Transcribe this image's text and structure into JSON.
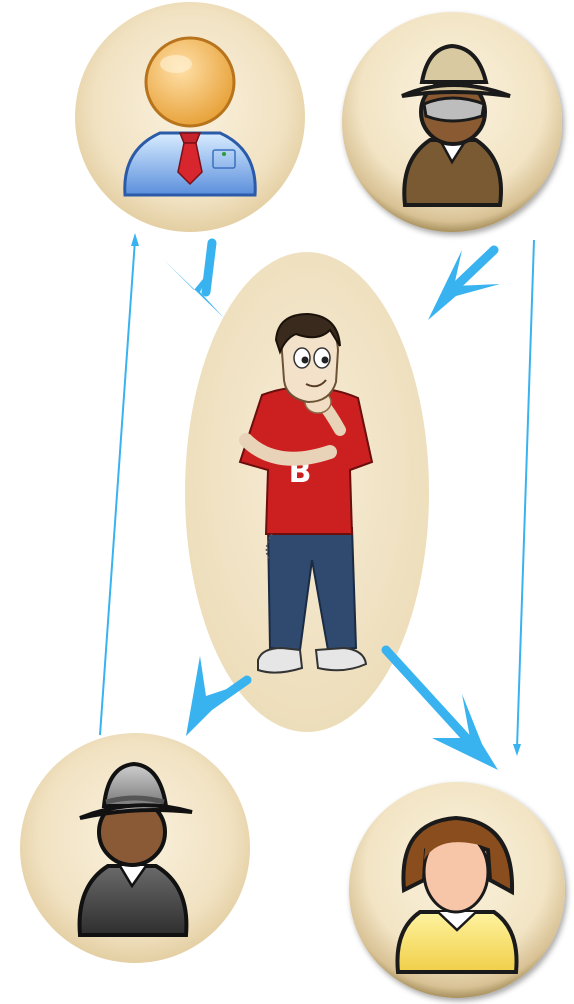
{
  "center_figure": {
    "shirt_letter": "B"
  },
  "colors": {
    "arrow": "#39b3f0",
    "disc_fill": "#f1e4c6",
    "shirt": "#cc1f1f",
    "jeans": "#2f4a6e"
  },
  "nodes": [
    {
      "id": "top-left",
      "icon": "businessman-icon"
    },
    {
      "id": "top-right",
      "icon": "explorer-icon"
    },
    {
      "id": "center",
      "icon": "thinking-man-icon"
    },
    {
      "id": "bottom-left",
      "icon": "hat-man-icon"
    },
    {
      "id": "bottom-right",
      "icon": "woman-icon"
    }
  ],
  "edges": [
    {
      "from": "top-left",
      "to": "center"
    },
    {
      "from": "top-right",
      "to": "center"
    },
    {
      "from": "center",
      "to": "bottom-left"
    },
    {
      "from": "center",
      "to": "bottom-right"
    },
    {
      "from": "bottom-left",
      "to": "top-left"
    },
    {
      "from": "top-right",
      "to": "bottom-right"
    }
  ]
}
